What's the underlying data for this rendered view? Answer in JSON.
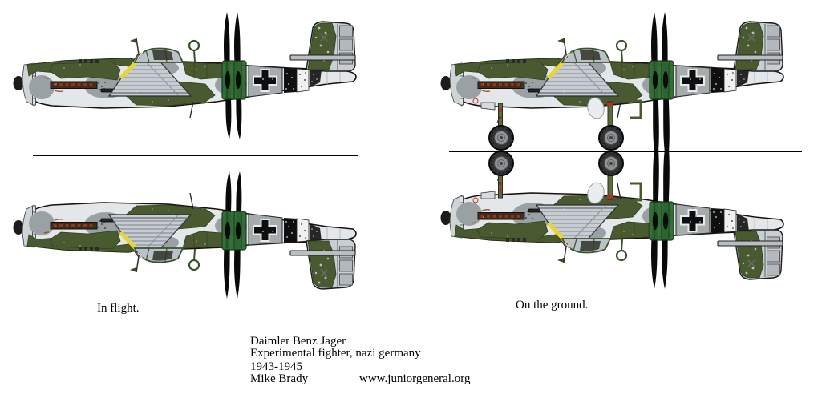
{
  "labels": {
    "in_flight": "In flight.",
    "on_ground": "On the ground."
  },
  "caption": {
    "title": "Daimler Benz Jager",
    "subtitle": "Experimental fighter, nazi germany",
    "years": "1943-1945",
    "author": "Mike Brady",
    "website": "www.juniorgeneral.org"
  },
  "colors": {
    "background": "#ffffff",
    "text": "#000000",
    "line": "#000000",
    "camo_green": "#4a5a30",
    "camo_green_dark": "#31411f",
    "hub_green": "#2e6a31",
    "fuselage_light": "#e3e7ea",
    "panel_gray": "#9aa1a5",
    "wing_gray": "#c6ccd2",
    "stripe_yellow": "#e8d435",
    "marking_black": "#0e0e0e",
    "band_white": "#f1f1f1",
    "exhaust_red": "#8a3a16",
    "detail_red": "#c0392b",
    "tire_gray": "#333333",
    "outline": "#1a1a1a"
  }
}
